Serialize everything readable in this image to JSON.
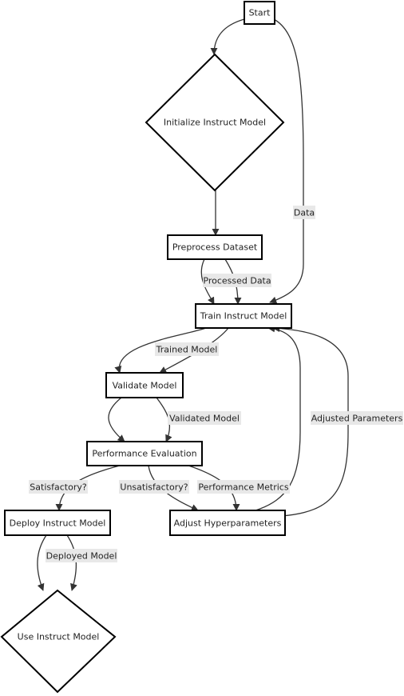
{
  "nodes": {
    "start": "Start",
    "init": "Initialize Instruct Model",
    "preprocess": "Preprocess Dataset",
    "train": "Train Instruct Model",
    "validate": "Validate Model",
    "evaluate": "Performance Evaluation",
    "deploy": "Deploy Instruct Model",
    "adjust": "Adjust Hyperparameters",
    "use": "Use Instruct Model"
  },
  "edge_labels": {
    "data": "Data",
    "processed_data": "Processed Data",
    "trained_model": "Trained Model",
    "validated_model": "Validated Model",
    "satisfactory": "Satisfactory?",
    "unsatisfactory": "Unsatisfactory?",
    "performance_metrics": "Performance Metrics",
    "adjusted_parameters": "Adjusted Parameters",
    "deployed_model": "Deployed Model"
  }
}
